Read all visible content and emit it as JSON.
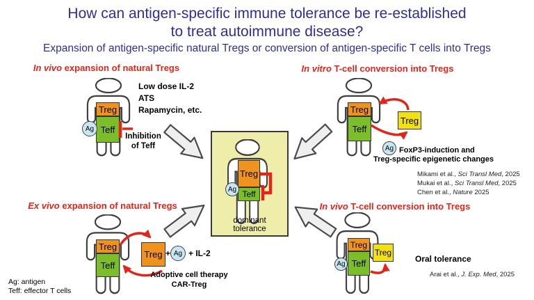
{
  "colors": {
    "title_blue": "#2e2e96",
    "accent_red": "#e1251b",
    "treg_orange": "#f0931e",
    "teff_green": "#7cbe2a",
    "converted_treg_yellow": "#f3e012",
    "ag_blue": "#c9e6f2",
    "center_panel_bg": "#eeeda9"
  },
  "title": {
    "line1": "How can antigen-specific immune tolerance be re-established",
    "line2": "to treat autoimmune disease?"
  },
  "subtitle": "Expansion of antigen-specific natural Tregs or conversion of antigen-specific T cells into Tregs",
  "cell_labels": {
    "treg": "Treg",
    "teff": "Teff",
    "ag": "Ag"
  },
  "panels": {
    "top_left": {
      "heading_italic": "In vivo",
      "heading_rest": " expansion of natural Tregs",
      "treatments": [
        "Low dose IL-2",
        "ATS",
        "Rapamycin, etc."
      ],
      "inhibition_line1": "Inhibition",
      "inhibition_line2": "of Teff"
    },
    "top_right": {
      "heading_italic": "In vitro",
      "heading_rest": " T-cell conversion into Tregs",
      "note_line1": "FoxP3-induction and",
      "note_line2": "Treg-specific epigenetic changes",
      "references": [
        {
          "authors": "Mikami et al., ",
          "journal": "Sci Transl Med",
          "tail": ", 2025"
        },
        {
          "authors": "Mukai et al., ",
          "journal": "Sci Transl Med",
          "tail": ", 2025"
        },
        {
          "authors": "Chen et al., ",
          "journal": "Nature",
          "tail": " 2025"
        }
      ]
    },
    "center": {
      "caption_line1": "dominant",
      "caption_line2": "tolerance"
    },
    "bottom_left": {
      "heading_italic": "Ex vivo",
      "heading_rest": " expansion of natural Tregs",
      "plus": "+",
      "plus_il2": "+ IL-2",
      "note_line1": "Adoptive cell therapy",
      "note_line2": "CAR-Treg"
    },
    "bottom_right": {
      "heading_italic": "In vivo",
      "heading_rest": " T-cell conversion into Tregs",
      "note": "Oral tolerance",
      "reference": {
        "authors": "Arai et al., ",
        "journal": "J. Exp. Med",
        "tail": ", 2025"
      }
    }
  },
  "legend": {
    "line1": "Ag: antigen",
    "line2": "Teff: effector T cells"
  }
}
